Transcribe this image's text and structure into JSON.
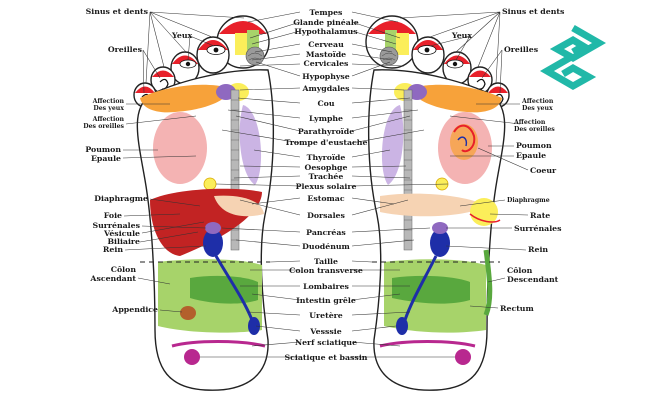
{
  "colors": {
    "red": "#e8202a",
    "pink": "#f4b3b3",
    "orange": "#f7a23a",
    "yellow": "#fbee5a",
    "green": "#a7d36a",
    "darkgreen": "#59a83e",
    "lavender": "#cbb4e4",
    "purple": "#8f69c0",
    "blue": "#1e2ea8",
    "teal": "#7fc3cf",
    "gray": "#9a9a9a",
    "skin": "#f6d3b3",
    "magenta": "#b8288f",
    "brown": "#b3602c",
    "dkred": "#c22323",
    "logo": "#21b8a8"
  },
  "logo": {
    "name": "logo-icon"
  },
  "labels": {
    "center": {
      "tempes": "Tempes",
      "glande": "Glande pinéale",
      "hypothal": "Hypothalamus",
      "cerveau": "Cerveau",
      "mastoide": "Mastoïde",
      "cervicales": "Cervicales",
      "hypophyse": "Hypophyse",
      "amygdales": "Amygdales",
      "cou": "Cou",
      "lymphe": "Lymphe",
      "parathyroide": "Parathyroïde",
      "trompe": "Trompe d'eustache",
      "thyroide": "Thyroïde",
      "oesophage": "Oesophge",
      "trachee": "Trachée",
      "plexus": "Plexus solaire",
      "estomac": "Estomac",
      "dorsales": "Dorsales",
      "pancreas": "Pancréas",
      "duodenum": "Duodénum",
      "taille": "Taille",
      "colon_t": "Colon transverse",
      "lombaires": "Lombaires",
      "intestin": "Intestin grêle",
      "uretere": "Uretère",
      "vessie": "Vesssie",
      "nerf": "Nerf sciatique",
      "sciatique": "Sciatique et bassin"
    },
    "left": {
      "sinus": "Sinus et dents",
      "yeux": "Yeux",
      "oreilles": "Oreilles",
      "aff_yeux_1": "Affection",
      "aff_yeux_2": "Des yeux",
      "aff_or_1": "Affection",
      "aff_or_2": "Des oreilles",
      "poumon": "Poumon",
      "epaule": "Epaule",
      "diaphragme": "Diaphragme",
      "foie": "Foie",
      "surrenales": "Surrénales",
      "vesicule": "Vésicule",
      "biliaire": "Biliaire",
      "rein": "Rein",
      "colon": "Côlon",
      "ascendant": "Ascendant",
      "appendice": "Appendice"
    },
    "right": {
      "sinus": "Sinus et dents",
      "yeux": "Yeux",
      "oreilles": "Oreilles",
      "aff_yeux_1": "Affection",
      "aff_yeux_2": "Des yeux",
      "aff_or_1": "Affection",
      "aff_or_2": "Des oreilles",
      "poumon": "Poumon",
      "epaule": "Epaule",
      "coeur": "Coeur",
      "diaphragme": "Diaphragme",
      "rate": "Rate",
      "surrenales": "Surrénales",
      "rein": "Rein",
      "colon": "Côlon",
      "descendant": "Descendant",
      "rectum": "Rectum"
    }
  }
}
